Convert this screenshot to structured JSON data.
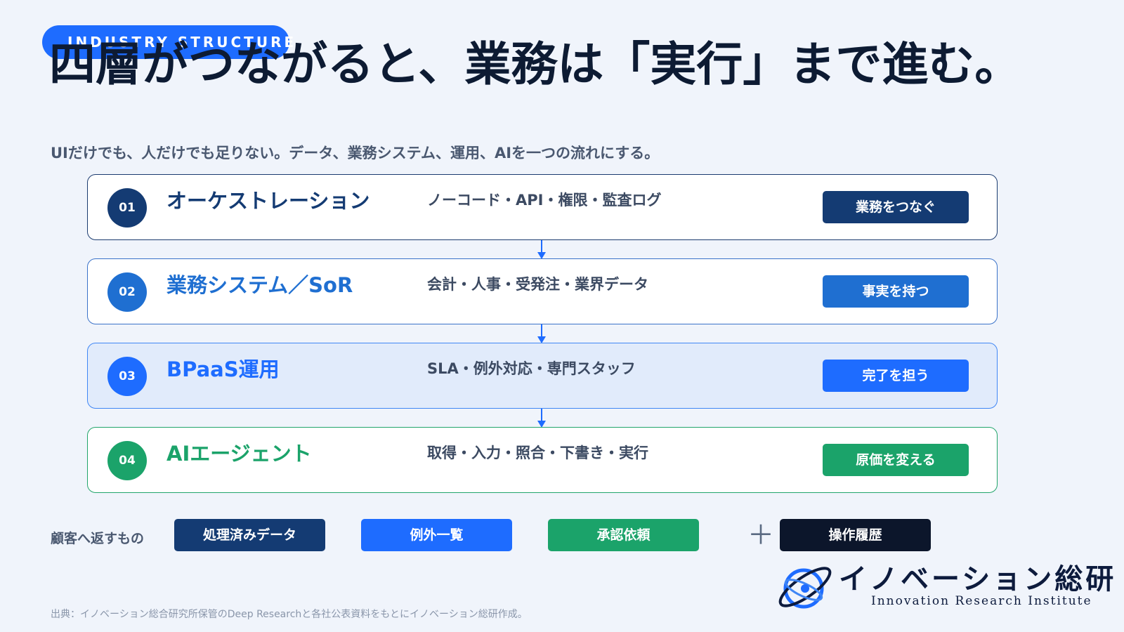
{
  "header": {
    "eyebrow": "INDUSTRY STRUCTURE",
    "title": "四層がつながると、業務は「実行」まで進む。",
    "subtitle": "UIだけでも、人だけでも足りない。データ、業務システム、運用、AIを一つの流れにする。"
  },
  "rows": [
    {
      "number": "01",
      "name": "オーケストレーション",
      "description": "ノーコード・API・権限・監査ログ",
      "action": "業務をつなぐ",
      "color": "#143b73"
    },
    {
      "number": "02",
      "name": "業務システム／SoR",
      "description": "会計・人事・受発注・業界データ",
      "action": "事実を持つ",
      "color": "#1f6fd1"
    },
    {
      "number": "03",
      "name": "BPaaS運用",
      "description": "SLA・例外対応・専門スタッフ",
      "action": "完了を担う",
      "color": "#1e6cff"
    },
    {
      "number": "04",
      "name": "AIエージェント",
      "description": "取得・入力・照合・下書き・実行",
      "action": "原価を変える",
      "color": "#1ba36a"
    }
  ],
  "returns": {
    "label": "顧客へ返すもの",
    "items": [
      {
        "label": "処理済みデータ",
        "color": "#143b73"
      },
      {
        "label": "例外一覧",
        "color": "#1e6cff"
      },
      {
        "label": "承認依頼",
        "color": "#1ba36a"
      }
    ],
    "plus": "＋",
    "extra": {
      "label": "操作履歴",
      "color": "#0c162b"
    }
  },
  "source": "出典：イノベーション総合研究所保管のDeep Researchと各社公表資料をもとにイノベーション総研作成。",
  "logo": {
    "name_jp": "イノベーション総研",
    "name_en": "Innovation Research Institute",
    "icon": "atom-globe-icon"
  },
  "colors": {
    "background": "#f0f4fb",
    "accent": "#1e6cff",
    "navy": "#143b73",
    "green": "#1ba36a",
    "connector": "#1e6cff"
  }
}
